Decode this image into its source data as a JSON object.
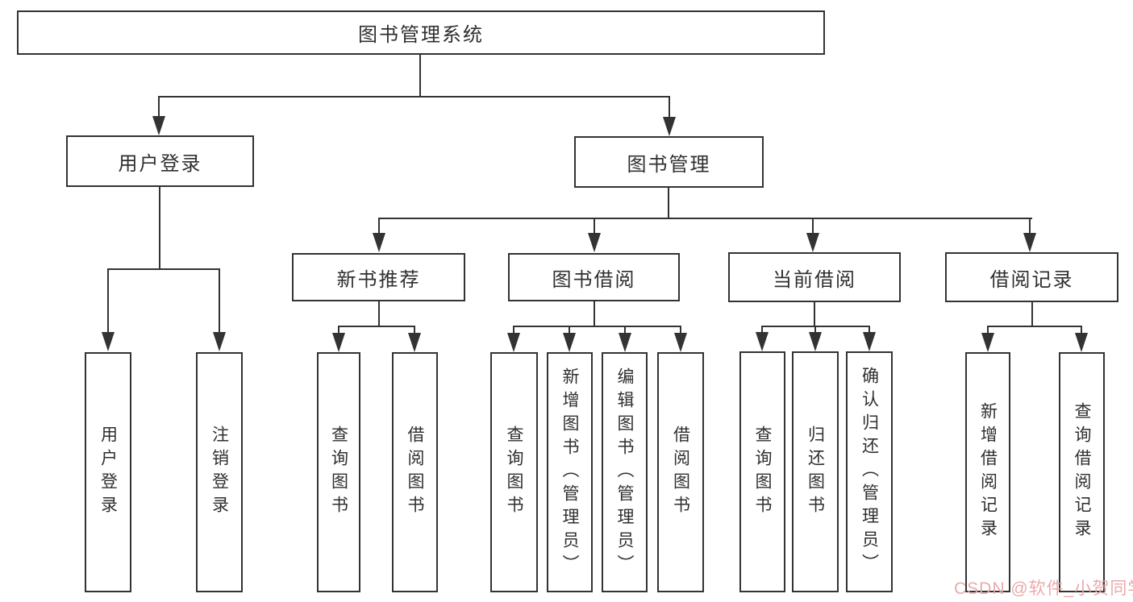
{
  "title": "图书管理系统",
  "colors": {
    "line": "#333333",
    "text": "#2f2f2f",
    "background": "#ffffff",
    "watermark": "#e9a6a6"
  },
  "watermark": {
    "text": "CSDN @软件_小贺同学"
  },
  "nodes": {
    "root": {
      "label": "图书管理系统"
    },
    "user_login": {
      "label": "用户登录"
    },
    "book_mgmt": {
      "label": "图书管理"
    },
    "new_book_rec": {
      "label": "新书推荐"
    },
    "book_borrow": {
      "label": "图书借阅"
    },
    "current_borrow": {
      "label": "当前借阅"
    },
    "borrow_record": {
      "label": "借阅记录"
    },
    "leaf_user_login": {
      "label": "用户登录"
    },
    "leaf_logout": {
      "label": "注销登录"
    },
    "leaf_nb_query": {
      "label": "查询图书"
    },
    "leaf_nb_borrow": {
      "label": "借阅图书"
    },
    "leaf_bb_query": {
      "label": "查询图书"
    },
    "leaf_bb_add": {
      "label": "新增图书（管理员）"
    },
    "leaf_bb_edit": {
      "label": "编辑图书（管理员）"
    },
    "leaf_bb_borrow": {
      "label": "借阅图书"
    },
    "leaf_cb_query": {
      "label": "查询图书"
    },
    "leaf_cb_return": {
      "label": "归还图书"
    },
    "leaf_cb_confirm": {
      "label": "确认归还（管理员）"
    },
    "leaf_br_add": {
      "label": "新增借阅记录"
    },
    "leaf_br_query": {
      "label": "查询借阅记录"
    }
  }
}
